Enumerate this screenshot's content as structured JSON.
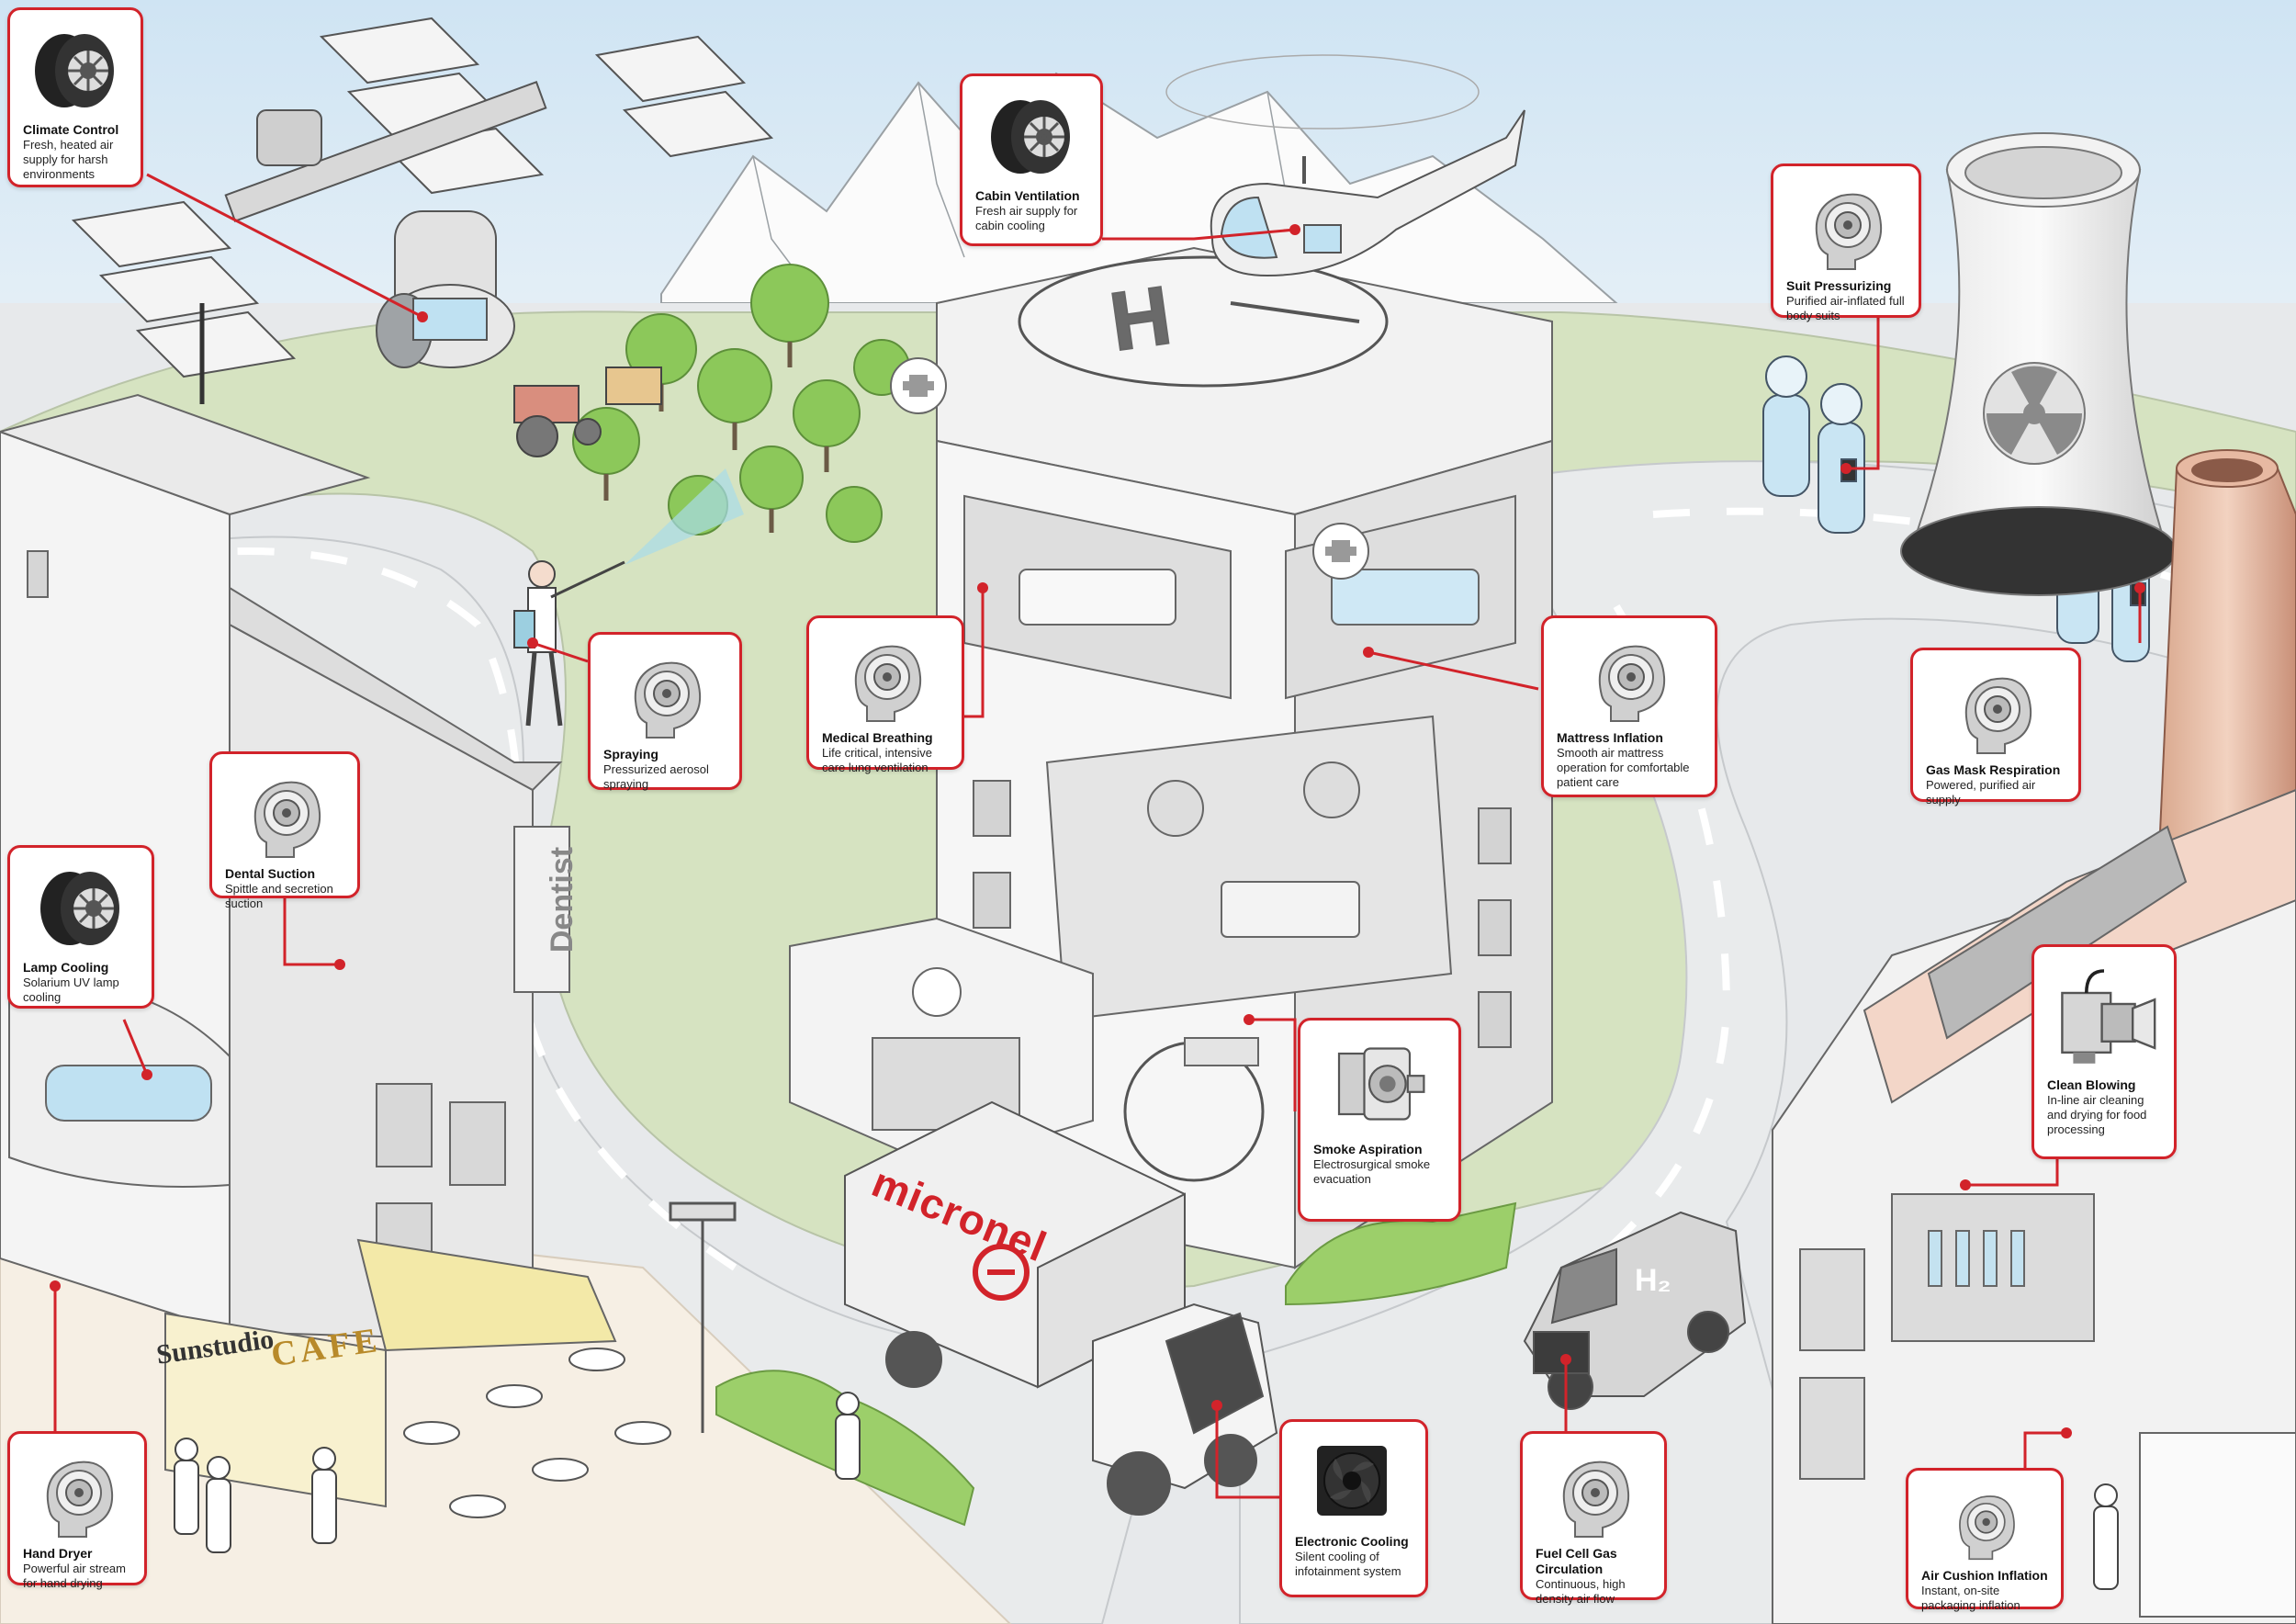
{
  "callouts": [
    {
      "id": "climate-control",
      "title": "Climate Control",
      "desc": "Fresh, heated air supply for harsh environments",
      "icon": "radial-blower-icon"
    },
    {
      "id": "cabin-ventilation",
      "title": "Cabin Ventilation",
      "desc": "Fresh air supply for cabin cooling",
      "icon": "radial-blower-icon"
    },
    {
      "id": "suit-pressurizing",
      "title": "Suit Pressurizing",
      "desc": "Purified air-inflated full body suits",
      "icon": "centrifugal-blower-icon"
    },
    {
      "id": "spraying",
      "title": "Spraying",
      "desc": "Pressurized aerosol spraying",
      "icon": "centrifugal-blower-icon"
    },
    {
      "id": "medical-breathing",
      "title": "Medical Breathing",
      "desc": "Life critical, intensive care lung ventilation",
      "icon": "centrifugal-blower-icon"
    },
    {
      "id": "mattress-inflation",
      "title": "Mattress Inflation",
      "desc": "Smooth air mattress operation for comfortable patient care",
      "icon": "centrifugal-blower-icon"
    },
    {
      "id": "gas-mask-respiration",
      "title": "Gas Mask Respiration",
      "desc": "Powered, purified air supply",
      "icon": "centrifugal-blower-icon"
    },
    {
      "id": "dental-suction",
      "title": "Dental Suction",
      "desc": "Spittle and secretion suction",
      "icon": "centrifugal-blower-icon"
    },
    {
      "id": "lamp-cooling",
      "title": "Lamp Cooling",
      "desc": "Solarium UV lamp cooling",
      "icon": "radial-blower-icon"
    },
    {
      "id": "smoke-aspiration",
      "title": "Smoke Aspiration",
      "desc": "Electrosurgical smoke evacuation",
      "icon": "suction-pump-icon"
    },
    {
      "id": "clean-blowing",
      "title": "Clean Blowing",
      "desc": "In-line air cleaning and drying for food processing",
      "icon": "inline-blower-icon"
    },
    {
      "id": "hand-dryer",
      "title": "Hand Dryer",
      "desc": "Powerful air stream for hand drying",
      "icon": "centrifugal-blower-icon"
    },
    {
      "id": "electronic-cooling",
      "title": "Electronic Cooling",
      "desc": "Silent cooling of infotainment system",
      "icon": "axial-fan-icon"
    },
    {
      "id": "fuel-cell",
      "title": "Fuel Cell Gas Circulation",
      "desc": "Continuous, high density air flow",
      "icon": "centrifugal-blower-icon"
    },
    {
      "id": "air-cushion",
      "title": "Air Cushion Inflation",
      "desc": "Instant, on-site packaging inflation",
      "icon": "centrifugal-blower-icon"
    }
  ],
  "scene": {
    "truck_brand": "micronel",
    "dentist_sign": "Dentist",
    "sunstudio_sign": "Sunstudio",
    "cafe_sign": "CAFE",
    "h2_label": "H₂",
    "colors": {
      "accent": "#d2232a",
      "lawn": "#d5e2c0",
      "road": "#e6e8ea",
      "sky": "#dcebf5",
      "tree": "#7fc24a",
      "chimney": "#e9c4ae",
      "roof": "#f3d6c8"
    }
  }
}
